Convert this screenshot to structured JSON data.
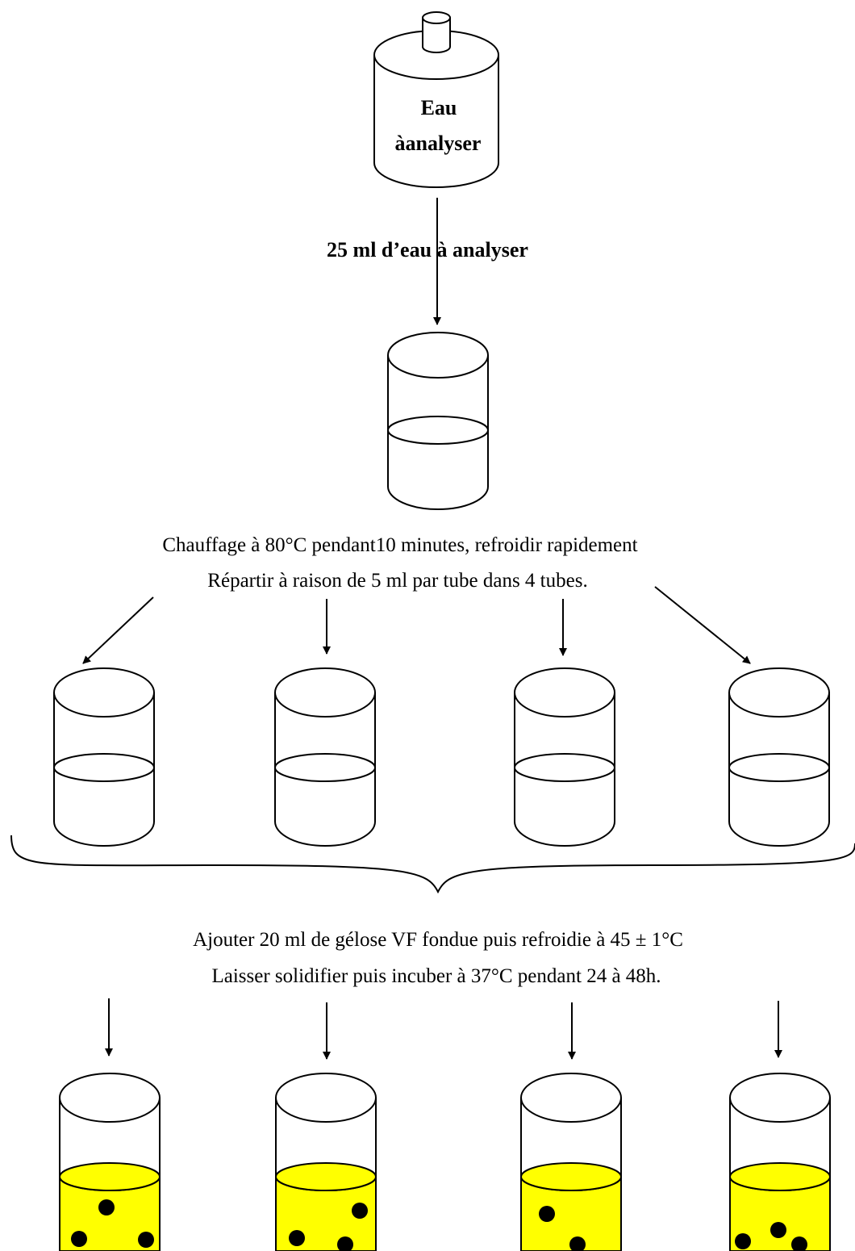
{
  "colors": {
    "line": "#000000",
    "background": "#ffffff",
    "agar": "#ffff00",
    "colony": "#000000"
  },
  "bottle": {
    "label_line1": "Eau",
    "label_line2": "àanalyser"
  },
  "transfer_label": "25 ml d’eau à analyser",
  "step1": {
    "line1": "Chauffage à 80°C pendant10 minutes, refroidir rapidement",
    "line2": "Répartir à raison de 5 ml par tube dans 4 tubes."
  },
  "step2": {
    "line1": "Ajouter 20 ml de gélose VF fondue puis refroidie à 45 ± 1°C",
    "line2": "Laisser solidifier puis incuber à 37°C pendant 24 à 48h."
  },
  "tubes_count": 4,
  "colonies_per_tube": [
    3,
    3,
    2,
    3
  ]
}
